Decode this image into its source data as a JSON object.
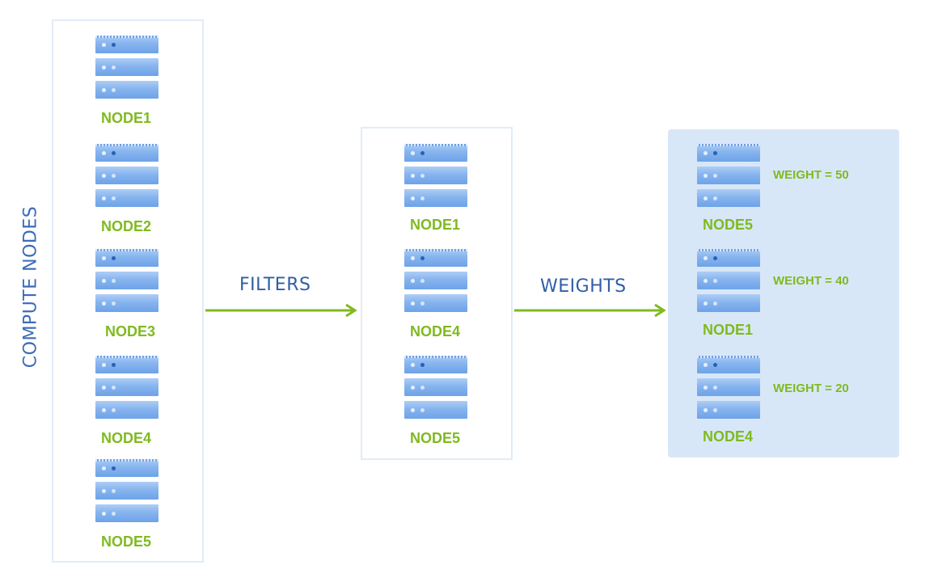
{
  "side_title": "COMPUTE NODES",
  "steps": {
    "filters": "FILTERS",
    "weights": "WEIGHTS"
  },
  "all_nodes": [
    {
      "label": "NODE1"
    },
    {
      "label": "NODE2"
    },
    {
      "label": "NODE3"
    },
    {
      "label": "NODE4"
    },
    {
      "label": "NODE5"
    }
  ],
  "filtered_nodes": [
    {
      "label": "NODE1"
    },
    {
      "label": "NODE4"
    },
    {
      "label": "NODE5"
    }
  ],
  "weighted_nodes": [
    {
      "label": "NODE5",
      "weight": "WEIGHT = 50"
    },
    {
      "label": "NODE1",
      "weight": "WEIGHT = 40"
    },
    {
      "label": "NODE4",
      "weight": "WEIGHT = 20"
    }
  ],
  "colors": {
    "label_green": "#7fba1f",
    "title_blue": "#2f5ea6",
    "arrow_green": "#7fba1f",
    "panel_blue": "#d8e7f8"
  },
  "icons": {
    "node": "server-rack-icon",
    "arrow": "arrow-right-icon"
  }
}
